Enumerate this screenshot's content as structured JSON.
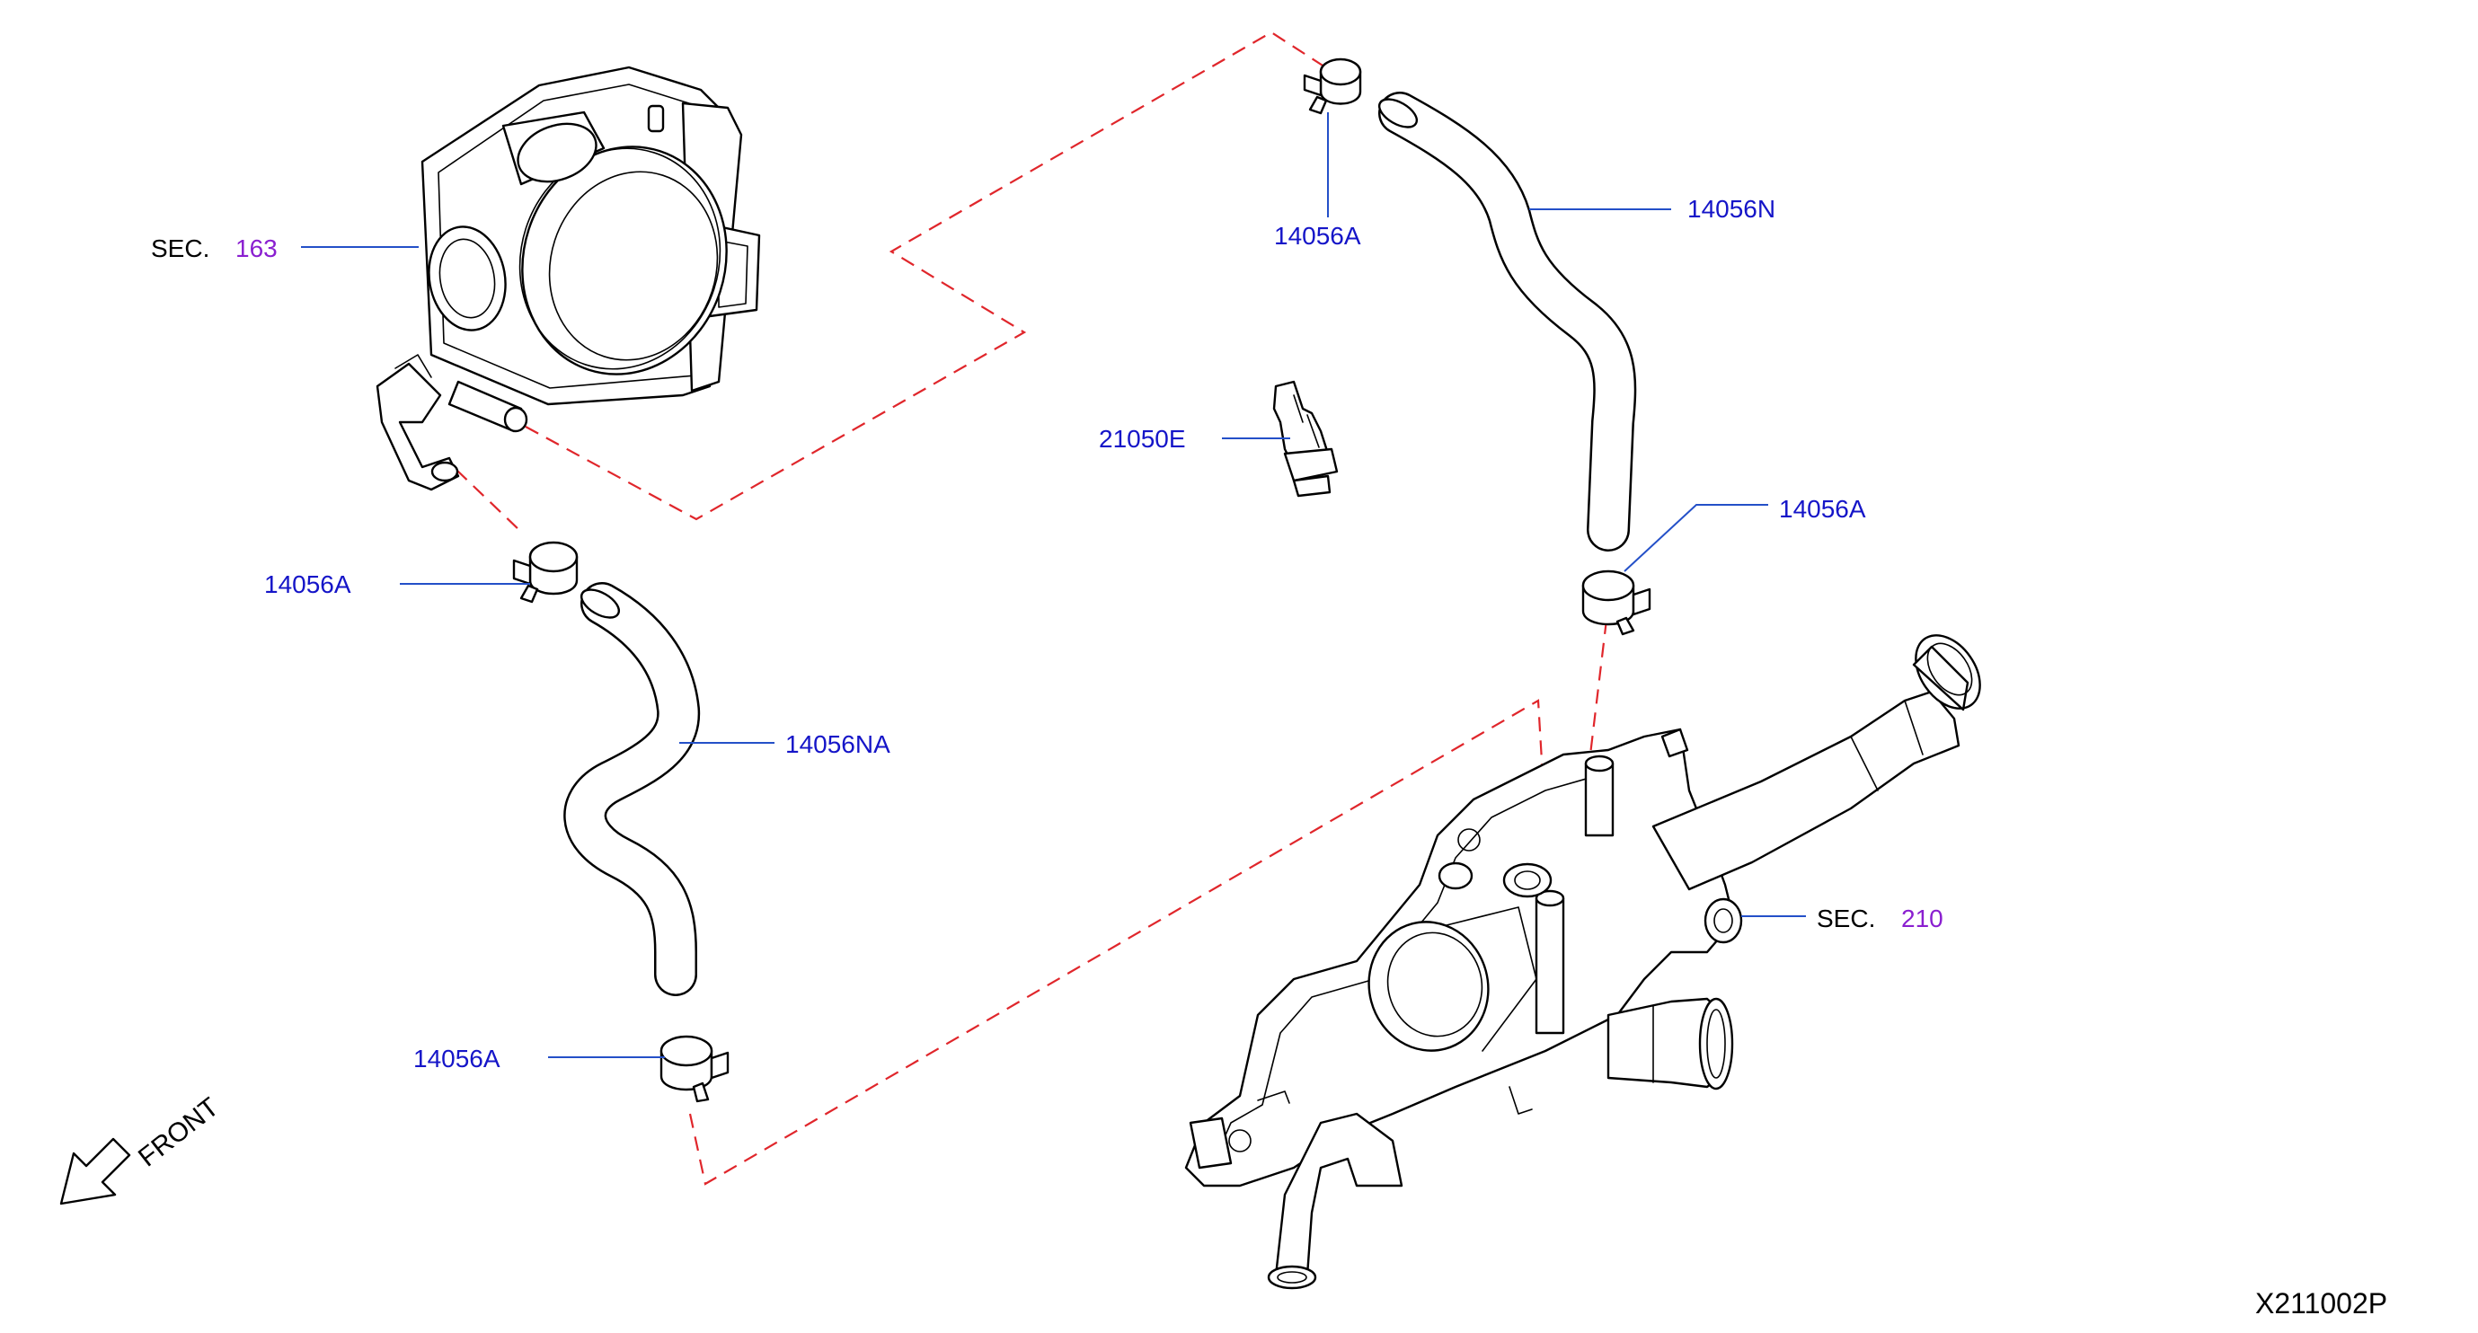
{
  "parts": {
    "hose_upper": {
      "label": "14056N"
    },
    "hose_lower": {
      "label": "14056NA"
    },
    "clamp_top": {
      "label": "14056A"
    },
    "clamp_right": {
      "label": "14056A"
    },
    "clamp_left": {
      "label": "14056A"
    },
    "clamp_bottom": {
      "label": "14056A"
    },
    "clip": {
      "label": "21050E"
    }
  },
  "sections": {
    "throttle_body": {
      "prefix": "SEC.",
      "number": "163"
    },
    "water_outlet": {
      "prefix": "SEC.",
      "number": "210"
    }
  },
  "direction": {
    "label": "FRONT"
  },
  "diagram_id": "X211002P",
  "colors": {
    "callout_text": "#1515c8",
    "section_number": "#8a1fd0",
    "leader_line": "#2450c8",
    "connection_dash": "#e0262b"
  }
}
